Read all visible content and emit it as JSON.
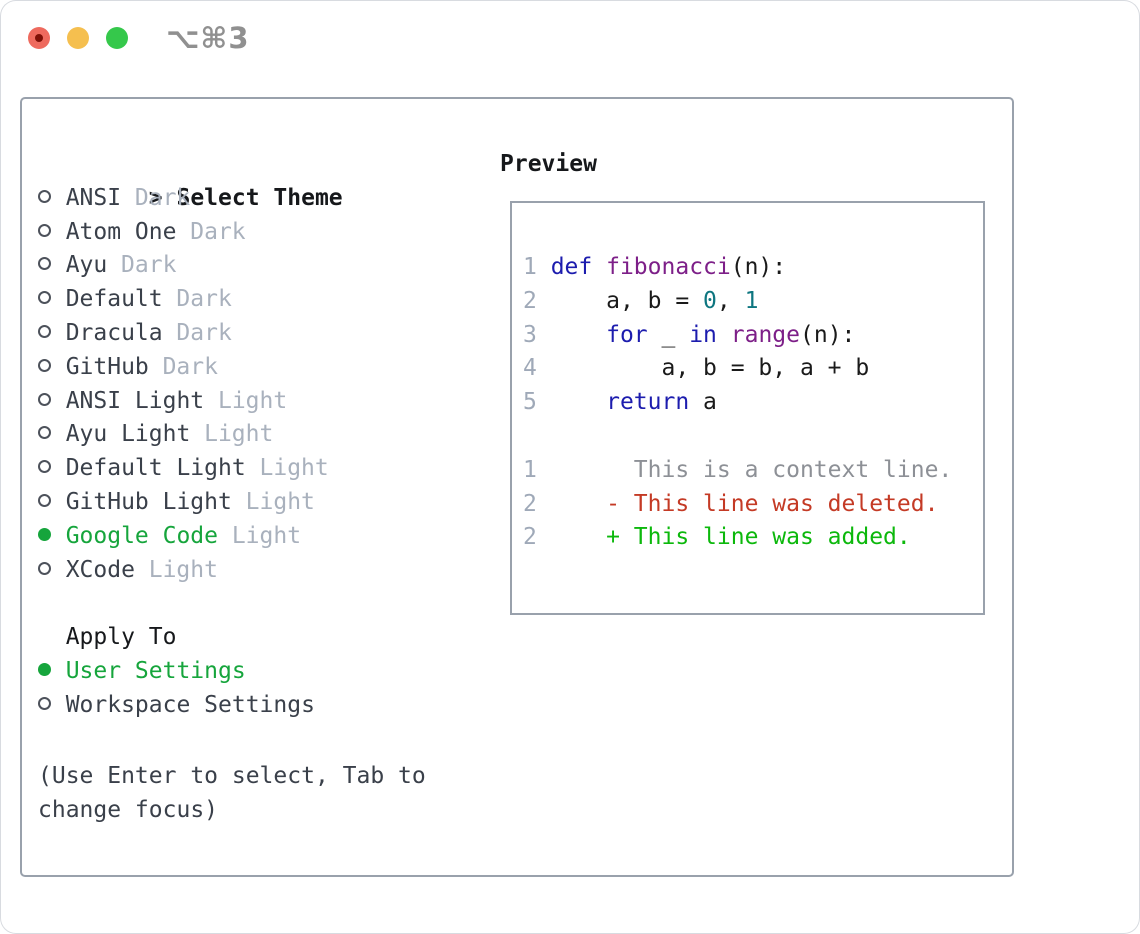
{
  "window": {
    "title": "⌥⌘3"
  },
  "colors": {
    "accent_green": "#16a53c",
    "added_green": "#0cb80c",
    "deleted_red": "#c43a25",
    "keyword_blue": "#1c1cae",
    "function_purple": "#7d1f88",
    "literal_teal": "#0e7680",
    "context_gray": "#8d9096",
    "muted_gray": "#a9b1bd",
    "line_number": "#9fa9b8",
    "text_dark": "#3a404a",
    "heading_black": "#16181b",
    "border_gray": "#99a1ac",
    "titlebar_gray": "#909090",
    "traffic_red": "#ee6a5e",
    "traffic_red_dot": "#7e1007",
    "traffic_yellow": "#f5bf4f",
    "traffic_green": "#35c84b"
  },
  "theme_list": {
    "cursor": ">",
    "title": "Select Theme",
    "items": [
      {
        "marker": "○",
        "name": "ANSI",
        "variant": "Dark",
        "selected": false
      },
      {
        "marker": "○",
        "name": "Atom One",
        "variant": "Dark",
        "selected": false
      },
      {
        "marker": "○",
        "name": "Ayu",
        "variant": "Dark",
        "selected": false
      },
      {
        "marker": "○",
        "name": "Default",
        "variant": "Dark",
        "selected": false
      },
      {
        "marker": "○",
        "name": "Dracula",
        "variant": "Dark",
        "selected": false
      },
      {
        "marker": "○",
        "name": "GitHub",
        "variant": "Dark",
        "selected": false
      },
      {
        "marker": "○",
        "name": "ANSI Light",
        "variant": "Light",
        "selected": false
      },
      {
        "marker": "○",
        "name": "Ayu Light",
        "variant": "Light",
        "selected": false
      },
      {
        "marker": "○",
        "name": "Default Light",
        "variant": "Light",
        "selected": false
      },
      {
        "marker": "○",
        "name": "GitHub Light",
        "variant": "Light",
        "selected": false
      },
      {
        "marker": "●",
        "name": "Google Code",
        "variant": "Light",
        "selected": true
      },
      {
        "marker": "○",
        "name": "XCode",
        "variant": "Light",
        "selected": false
      }
    ]
  },
  "apply_to": {
    "title": "Apply To",
    "items": [
      {
        "marker": "●",
        "label": "User Settings",
        "selected": true
      },
      {
        "marker": "○",
        "label": "Workspace Settings",
        "selected": false
      }
    ]
  },
  "hint_lines": [
    "(Use Enter to select, Tab to",
    "change focus)"
  ],
  "preview": {
    "title": "Preview",
    "lines": [
      [
        {
          "c": "ln",
          "t": "1 "
        },
        {
          "c": "kw",
          "t": "def"
        },
        {
          "c": "pl",
          "t": " "
        },
        {
          "c": "fn",
          "t": "fibonacci"
        },
        {
          "c": "pl",
          "t": "(n):"
        }
      ],
      [
        {
          "c": "ln",
          "t": "2"
        },
        {
          "c": "pl",
          "t": "     a, b = "
        },
        {
          "c": "num",
          "t": "0"
        },
        {
          "c": "pl",
          "t": ", "
        },
        {
          "c": "num",
          "t": "1"
        }
      ],
      [
        {
          "c": "ln",
          "t": "3"
        },
        {
          "c": "pl",
          "t": "     "
        },
        {
          "c": "kw",
          "t": "for"
        },
        {
          "c": "pl",
          "t": " _ "
        },
        {
          "c": "kw",
          "t": "in"
        },
        {
          "c": "pl",
          "t": " "
        },
        {
          "c": "fn",
          "t": "range"
        },
        {
          "c": "pl",
          "t": "(n):"
        }
      ],
      [
        {
          "c": "ln",
          "t": "4"
        },
        {
          "c": "pl",
          "t": "         a, b = b, a + b"
        }
      ],
      [
        {
          "c": "ln",
          "t": "5"
        },
        {
          "c": "pl",
          "t": "     "
        },
        {
          "c": "kw",
          "t": "return"
        },
        {
          "c": "pl",
          "t": " a"
        }
      ],
      [],
      [
        {
          "c": "ln",
          "t": "1"
        },
        {
          "c": "ctx",
          "t": "       This is a context line."
        }
      ],
      [
        {
          "c": "ln",
          "t": "2"
        },
        {
          "c": "del",
          "t": "     - This line was deleted."
        }
      ],
      [
        {
          "c": "ln",
          "t": "2"
        },
        {
          "c": "add",
          "t": "     + This line was added."
        }
      ]
    ]
  }
}
